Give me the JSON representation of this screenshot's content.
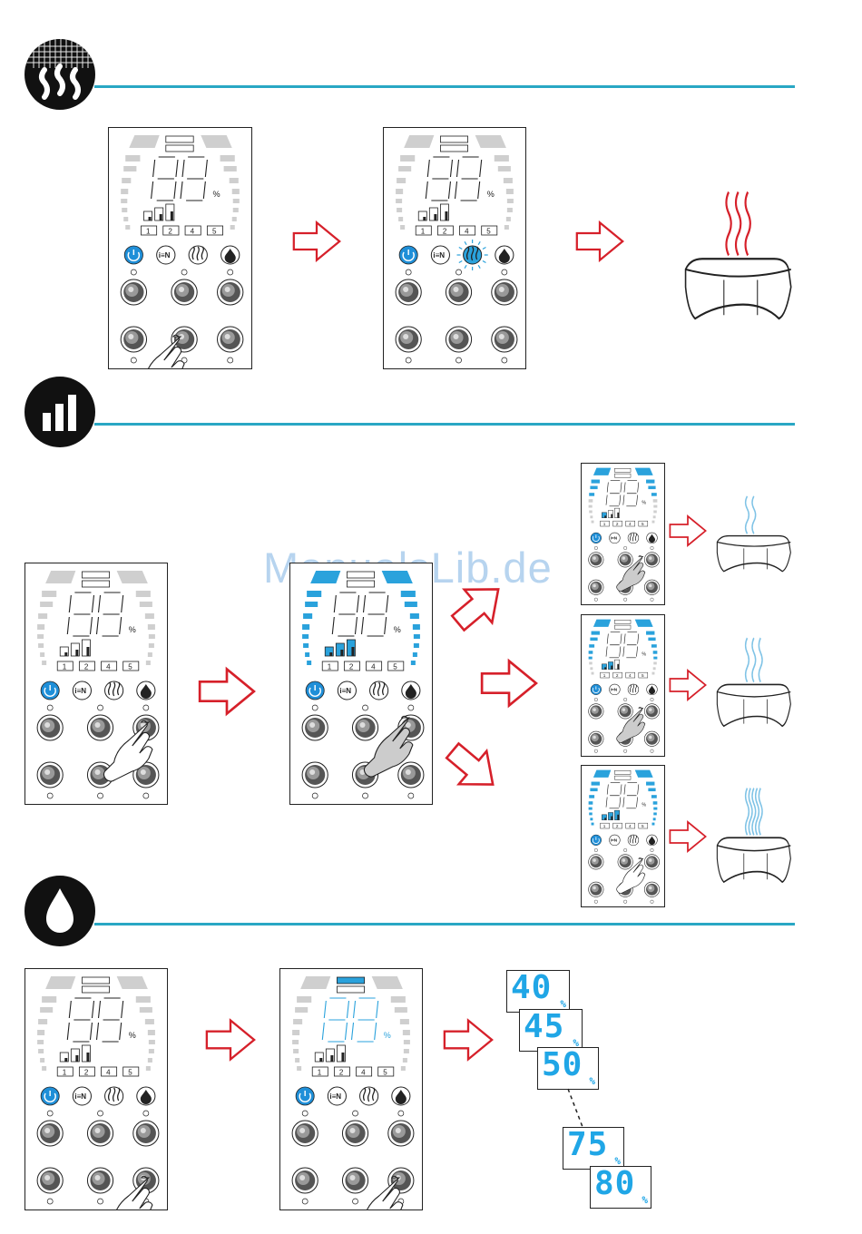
{
  "watermark": "ManualsLib.de",
  "panel": {
    "display_digits": "88",
    "percent_sign": "%",
    "fan_levels": [
      "1",
      "2",
      "4",
      "5"
    ],
    "ion_label": "i≡N"
  },
  "sections": [
    {
      "id": "heat",
      "icon": "steam-heat-icon"
    },
    {
      "id": "fan-speed",
      "icon": "signal-bars-icon"
    },
    {
      "id": "humidity",
      "icon": "water-drop-icon"
    }
  ],
  "humidity_readouts": [
    {
      "value": "40",
      "unit": "%"
    },
    {
      "value": "45",
      "unit": "%"
    },
    {
      "value": "50",
      "unit": "%"
    },
    {
      "value": "75",
      "unit": "%"
    },
    {
      "value": "80",
      "unit": "%"
    }
  ],
  "colors": {
    "accent_line": "#29a7c4",
    "active_blue": "#1f8fd8",
    "arrow_red": "#d6202a",
    "steam_red": "#d6202a",
    "steam_blue": "#7fc3e6"
  }
}
